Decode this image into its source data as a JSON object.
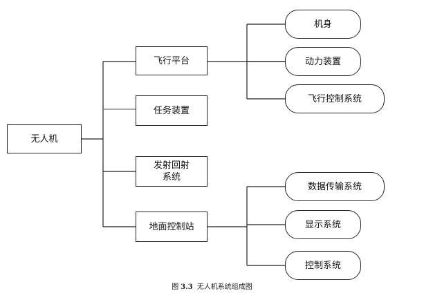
{
  "diagram": {
    "root": "无人机",
    "subsystems": {
      "flight_platform": "飞行平台",
      "mission_payload": "任务装置",
      "launch_recovery": [
        "发射回射",
        "系统"
      ],
      "ground_station": "地面控制站"
    },
    "flight_platform_parts": [
      "机身",
      "动力装置",
      "飞行控制系统"
    ],
    "ground_station_parts": [
      "数据传输系统",
      "显示系统",
      "控制系统"
    ]
  },
  "caption": {
    "prefix": "图",
    "number": "3.3",
    "text": "无人机系统组成图"
  }
}
